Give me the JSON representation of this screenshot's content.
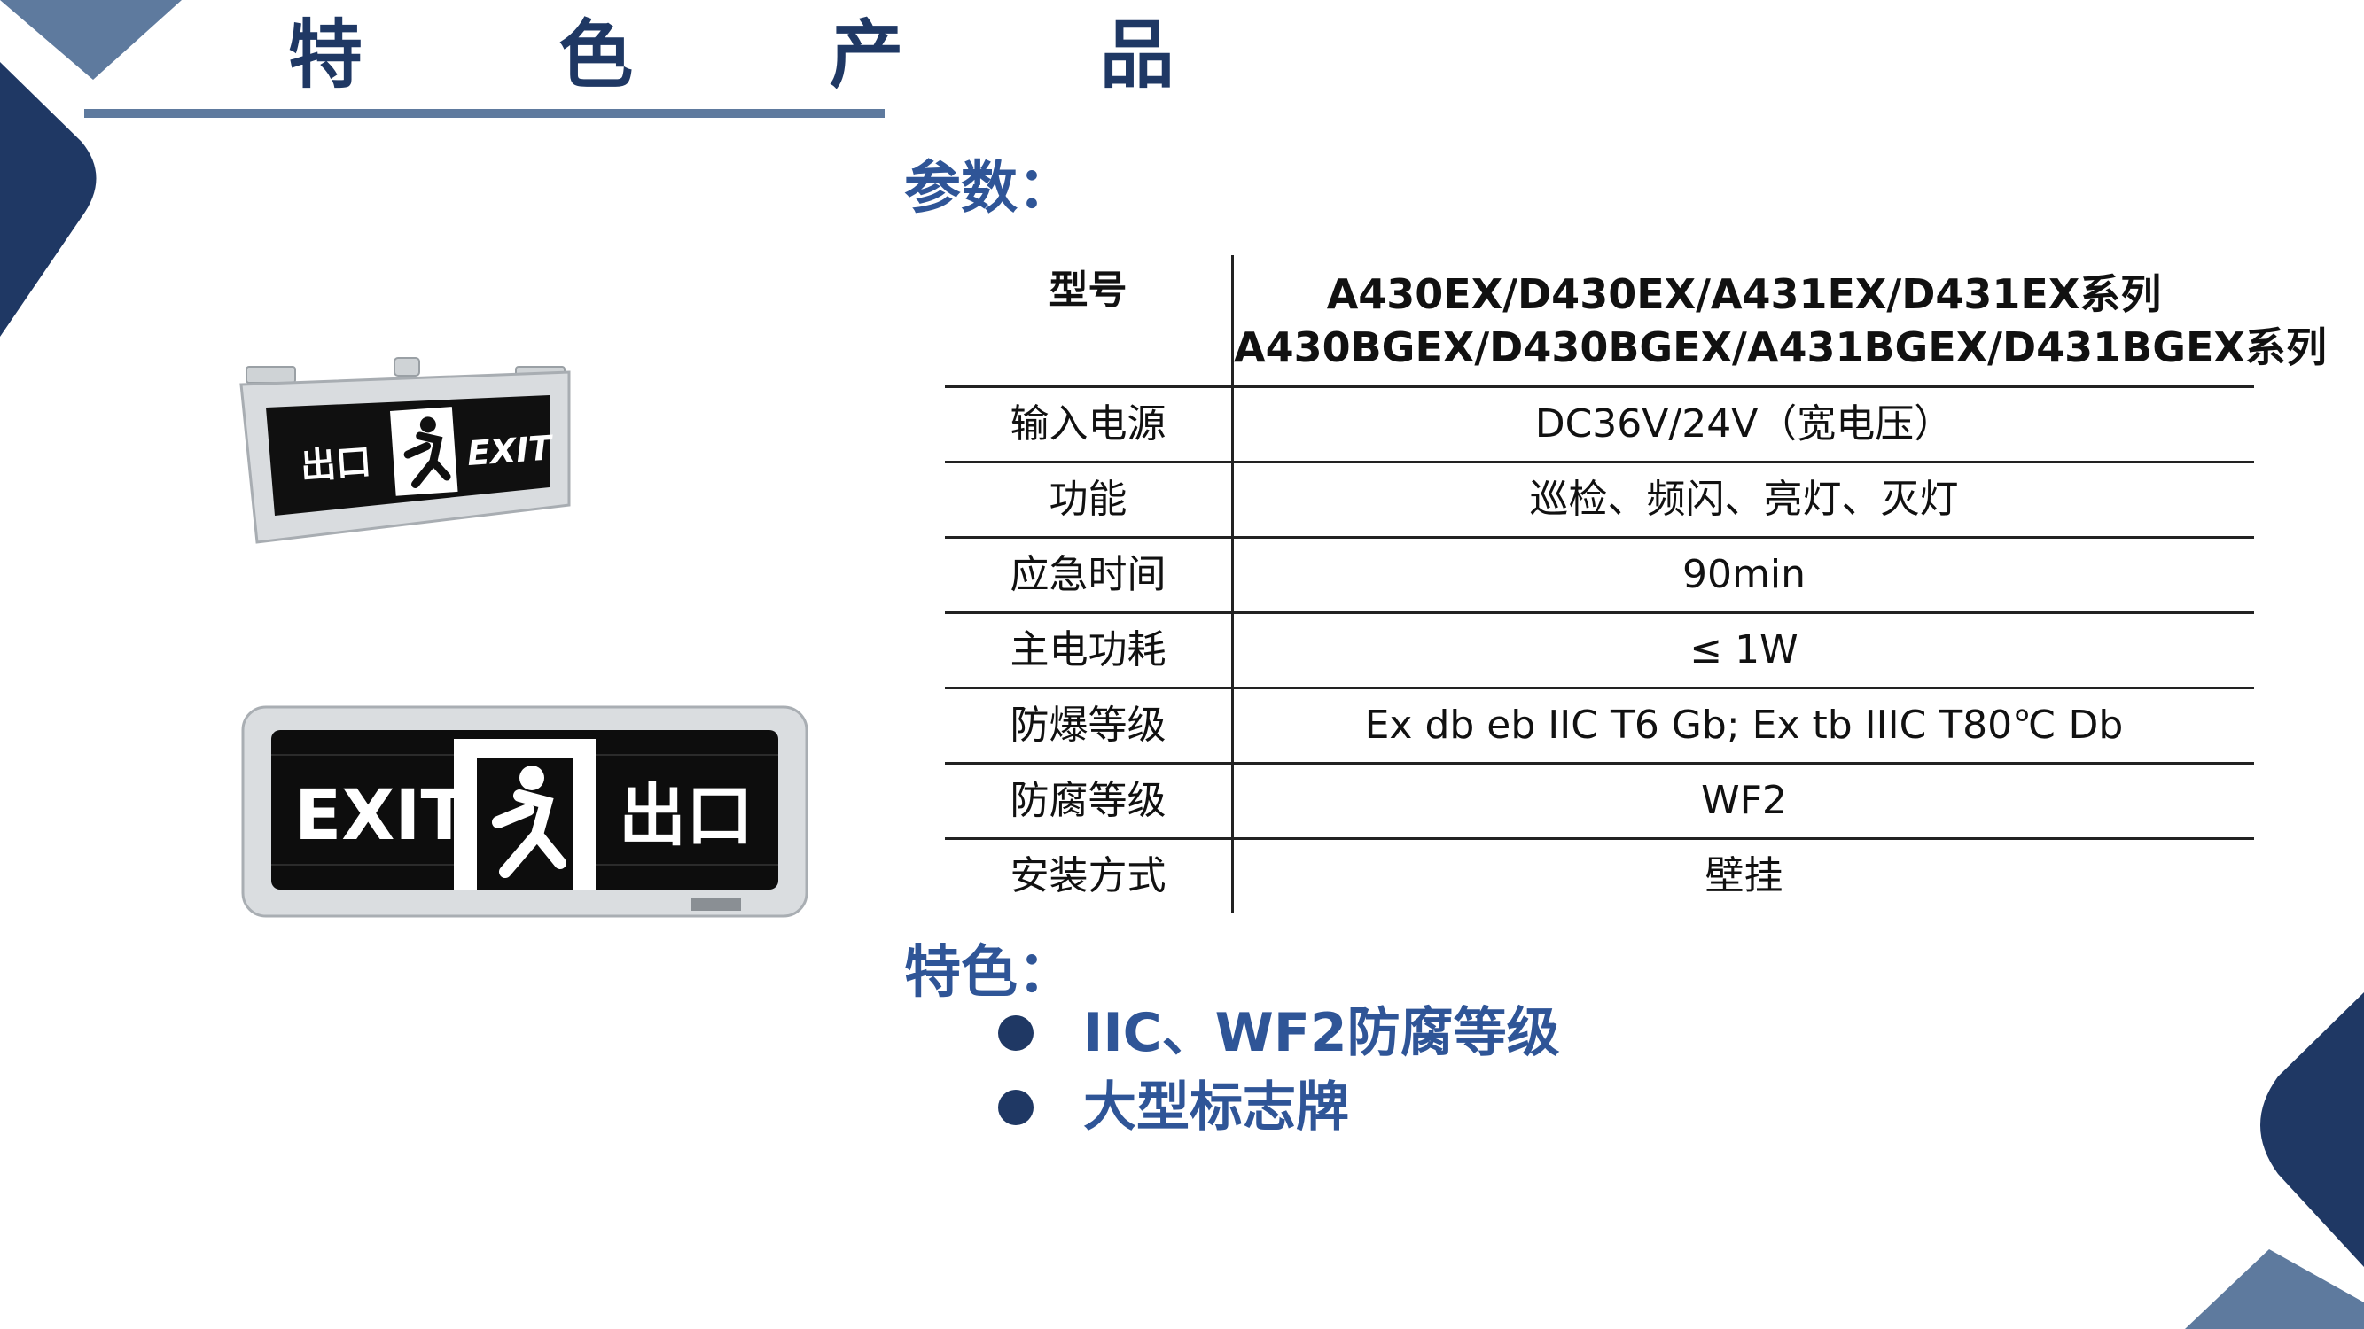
{
  "header": {
    "title": "特 色 产 品"
  },
  "params": {
    "heading": "参数：",
    "rows": [
      {
        "label": "型号",
        "value_lines": [
          "A430EX/D430EX/A431EX/D431EX系列",
          "A430BGEX/D430BGEX/A431BGEX/D431BGEX系列"
        ]
      },
      {
        "label": "输入电源",
        "value": "DC36V/24V（宽电压）"
      },
      {
        "label": "功能",
        "value": "巡检、频闪、亮灯、灭灯"
      },
      {
        "label": "应急时间",
        "value": "90min"
      },
      {
        "label": "主电功耗",
        "value": "≤ 1W"
      },
      {
        "label": "防爆等级",
        "value": "Ex db eb IIC T6 Gb; Ex tb IIIC T80℃ Db"
      },
      {
        "label": "防腐等级",
        "value": "WF2"
      },
      {
        "label": "安装方式",
        "value": "壁挂"
      }
    ]
  },
  "features": {
    "heading": "特色：",
    "items": [
      "IIC、WF2防腐等级",
      "大型标志牌"
    ]
  },
  "products": {
    "small_sign": {
      "left_text": "出口",
      "right_text": "EXIT"
    },
    "large_sign": {
      "left_text": "EXIT",
      "right_text": "出口"
    }
  },
  "colors": {
    "brand_navy": "#1F3864",
    "heading_blue": "#2F5597",
    "rule_steel": "#5E7A9E"
  },
  "icons": [
    "running-man-icon",
    "bullet-dot-icon"
  ]
}
